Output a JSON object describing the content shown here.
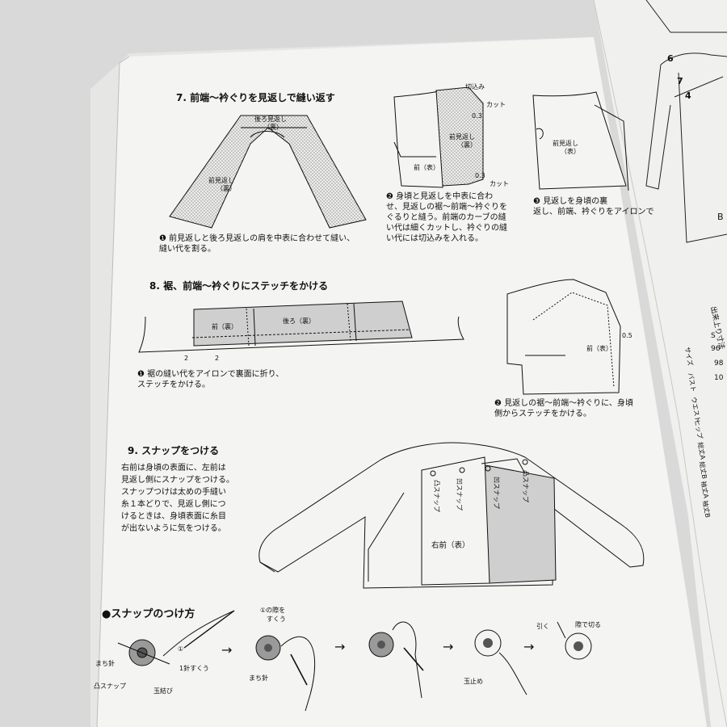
{
  "colors": {
    "background": "#d9d9d9",
    "page": "#f4f4f2",
    "right_page": "#f0f0ee",
    "ink": "#111111",
    "fill_gray": "#cfcfcf"
  },
  "step7": {
    "title": "7. 前端～衿ぐりを見返しで縫い返す",
    "fig1": {
      "back_facing": "後ろ見返し",
      "back_facing_sub": "（裏）",
      "front_facing": "前見返し",
      "front_facing_sub": "（裏）",
      "caption_1": "❶  前見返しと後ろ見返しの肩を中表に合わせて縫い、",
      "caption_2": "縫い代を割る。"
    },
    "fig2": {
      "notch": "切込み",
      "cut_top": "カット",
      "cut_bottom": "カット",
      "measure_top": "0.3",
      "measure_bottom": "0.3",
      "facing": "前見返し",
      "facing_sub": "（裏）",
      "body": "前（表）",
      "caption_1": "❷  身頃と見返しを中表に合わ",
      "caption_2": "せ、見返しの裾～前端～衿ぐりを",
      "caption_3": "ぐるりと縫う。前端のカーブの縫",
      "caption_4": "い代は細くカットし、衿ぐりの縫",
      "caption_5": "い代には切込みを入れる。"
    },
    "fig3": {
      "facing": "前見返し",
      "facing_sub": "（表）",
      "caption_1": "❸  見返しを身頃の裏",
      "caption_2": "返し、前端、衿ぐりをアイロンで"
    }
  },
  "step8": {
    "title": "8. 裾、前端～衿ぐりにステッチをかける",
    "fig1": {
      "front": "前（裏）",
      "back": "後ろ（裏）",
      "m1": "2",
      "m2": "2",
      "caption_1": "❶  裾の縫い代をアイロンで裏面に折り、",
      "caption_2": "ステッチをかける。"
    },
    "fig2": {
      "front": "前（表）",
      "measure": "0.5",
      "caption_1": "❷  見返しの裾～前端～衿ぐりに、身頃",
      "caption_2": "側からステッチをかける。"
    }
  },
  "step9": {
    "title": "9. スナップをつける",
    "text": [
      "右前は身頃の表面に、左前は",
      "見返し側にスナップをつける。",
      "スナップつけは太めの手縫い",
      "糸１本どりで、見返し側につ",
      "けるときは、身頃表面に糸目",
      "が出ないように気をつける。"
    ],
    "snaps": {
      "convex": "凸スナップ",
      "concave": "凹スナップ"
    },
    "right_front": "右前（表）"
  },
  "snap_method": {
    "title": "●スナップのつけ方",
    "pin1": "まち針",
    "snap": "凸スナップ",
    "knot": "玉結び",
    "stitch": "1針すくう",
    "circled": "①",
    "scoop_1": "①の際を",
    "scoop_2": "すくう",
    "pin2": "まち針",
    "tie": "玉止め",
    "pull": "引く",
    "cut": "際で切る",
    "arrow": "→"
  },
  "right_page": {
    "numbers": [
      "6",
      "7",
      "4"
    ],
    "table_header": "出来上り寸法",
    "rows": [
      {
        "label": "サイズ",
        "value": "S"
      },
      {
        "label": "バスト",
        "value": "96"
      },
      {
        "label": "ウエスト",
        "value": "98"
      },
      {
        "label": "ヒップ",
        "value": "10"
      },
      {
        "label": "総丈A",
        "value": ""
      },
      {
        "label": "総丈B",
        "value": ""
      },
      {
        "label": "袖丈A",
        "value": ""
      },
      {
        "label": "袖丈B",
        "value": ""
      }
    ],
    "corner": "B"
  }
}
